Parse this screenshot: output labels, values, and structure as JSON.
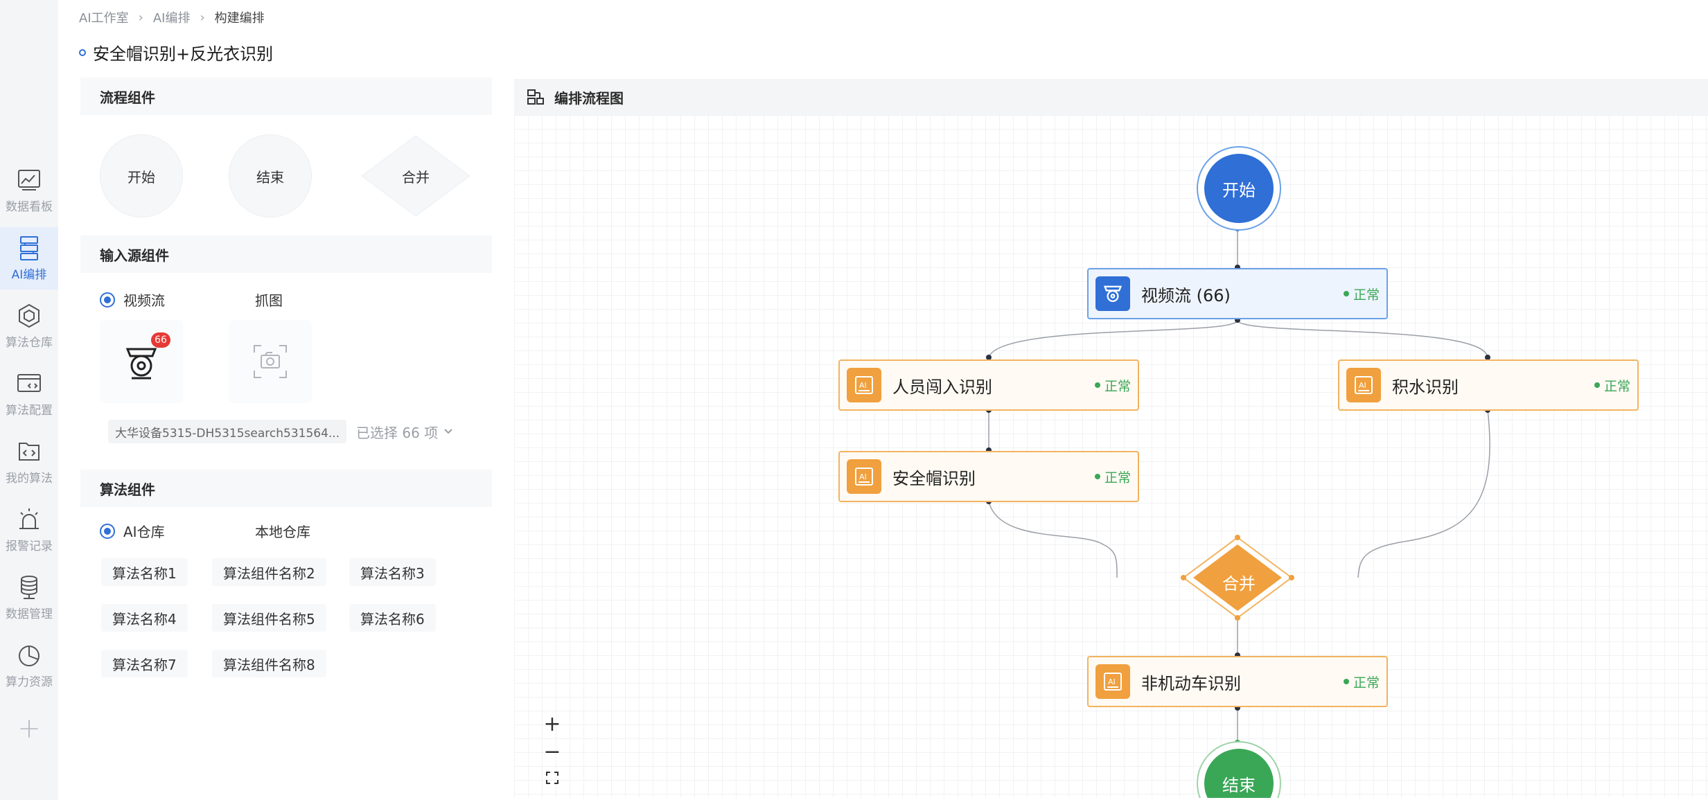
{
  "breadcrumb": [
    "AI工作室",
    "AI编排",
    "构建编排"
  ],
  "page_title": "安全帽识别+反光衣识别",
  "sidebar": {
    "items": [
      {
        "label": "数据看板",
        "icon": "dashboard-icon"
      },
      {
        "label": "AI编排",
        "icon": "orchestration-icon",
        "active": true
      },
      {
        "label": "算法仓库",
        "icon": "algorithm-warehouse-icon"
      },
      {
        "label": "算法配置",
        "icon": "algorithm-config-icon"
      },
      {
        "label": "我的算法",
        "icon": "my-algorithm-icon"
      },
      {
        "label": "报警记录",
        "icon": "alarm-icon"
      },
      {
        "label": "数据管理",
        "icon": "database-icon"
      },
      {
        "label": "算力资源",
        "icon": "pie-chart-icon"
      }
    ],
    "add_icon": "plus-icon"
  },
  "panel": {
    "flow_components": {
      "title": "流程组件",
      "items": [
        "开始",
        "结束",
        "合并"
      ]
    },
    "input_source": {
      "title": "输入源组件",
      "options": [
        "视频流",
        "抓图"
      ],
      "selected": "视频流",
      "camera_badge": "66",
      "device_chip": "大华设备5315-DH5315search531564...",
      "selected_summary": "已选择 66 项"
    },
    "algorithm": {
      "title": "算法组件",
      "options": [
        "AI仓库",
        "本地仓库"
      ],
      "selected": "AI仓库",
      "items": [
        "算法名称1",
        "算法组件名称2",
        "算法名称3",
        "算法名称4",
        "算法组件名称5",
        "算法名称6",
        "算法名称7",
        "算法组件名称8"
      ]
    }
  },
  "canvas": {
    "title": "编排流程图",
    "start": "开始",
    "end": "结束",
    "merge": "合并",
    "nodes": [
      {
        "name": "视频流 (66)",
        "status": "正常",
        "color": "blue"
      },
      {
        "name": "人员闯入识别",
        "status": "正常",
        "color": "orange"
      },
      {
        "name": "积水识别",
        "status": "正常",
        "color": "orange"
      },
      {
        "name": "安全帽识别",
        "status": "正常",
        "color": "orange"
      },
      {
        "name": "非机动车识别",
        "status": "正常",
        "color": "orange"
      }
    ],
    "zoom_controls": [
      "+",
      "−"
    ],
    "fit_icon": "fit-screen-icon"
  },
  "colors": {
    "primary": "#2f6fd6",
    "orange": "#f0a03e",
    "success": "#3aa757"
  }
}
